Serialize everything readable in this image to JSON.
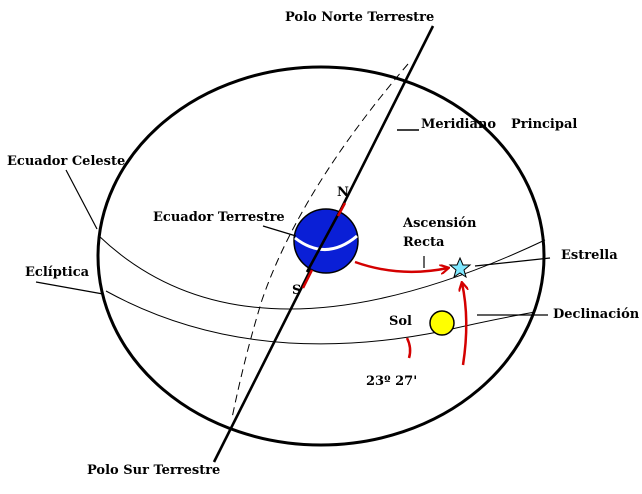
{
  "labels": {
    "north_pole": "Polo Norte Terrestre",
    "south_pole": "Polo Sur Terrestre",
    "meridian_word1": "Meridiano",
    "meridian_word2": "Principal",
    "celestial_equator": "Ecuador Celeste",
    "ecliptic": "Eclíptica",
    "terrestrial_equator": "Ecuador Terrestre",
    "right_ascension_line1": "Ascensión",
    "right_ascension_line2": "Recta",
    "star": "Estrella",
    "sun": "Sol",
    "declination": "Declinación",
    "angle": "23º 27'",
    "earth_north": "N",
    "earth_south": "S"
  },
  "colors": {
    "earth": "#0a1fd6",
    "sun": "#ffff00",
    "star": "#7fe8ff",
    "arrows": "#d40000",
    "lines": "#000000"
  }
}
